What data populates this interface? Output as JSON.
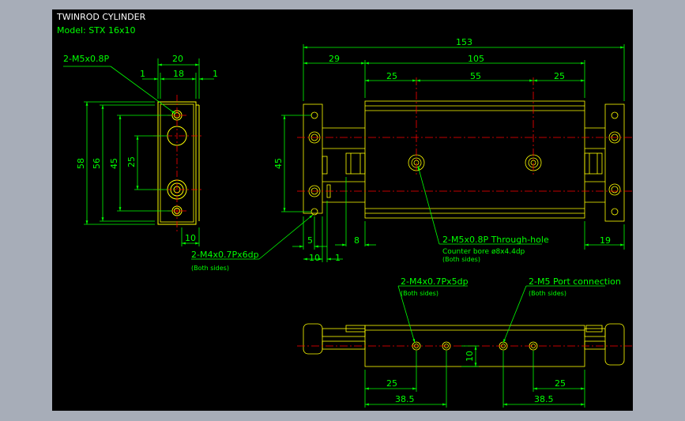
{
  "title": {
    "heading": "TWINROD CYLINDER",
    "model": "Model: STX 16x10"
  },
  "colors": {
    "background": "#a7adb8",
    "sheet": "#000000",
    "outline": "#ffff00",
    "dimension": "#00ff00",
    "centerline": "#ff0000",
    "text": "#ffffff"
  },
  "side_view": {
    "callout": "2-M5x0.8P",
    "dims": {
      "width": "20",
      "inner": "18",
      "left_gap": "1",
      "right_gap": "1",
      "h58": "58",
      "h56": "56",
      "h45": "45",
      "h25": "25",
      "bottom": "10"
    }
  },
  "front_view": {
    "dims": {
      "total": "153",
      "left": "29",
      "body": "105",
      "seg1": "25",
      "seg2": "55",
      "seg3": "25",
      "height": "45",
      "d5": "5",
      "d8": "8",
      "d10": "10",
      "d1": "1",
      "d19": "19"
    },
    "callout_thread": "2-M4x0.7Px6dp",
    "callout_thread_note": "(Both sides)",
    "callout_hole": "2-M5x0.8P Through-hole",
    "callout_bore": "Counter bore ø8x4.4dp",
    "callout_hole_note": "(Both sides)"
  },
  "bottom_view": {
    "callout_left": "2-M4x0.7Px5dp",
    "callout_left_note": "(Both sides)",
    "callout_right": "2-M5 Port connection",
    "callout_right_note": "(Both sides)",
    "dims": {
      "d25_left": "25",
      "d38_left": "38.5",
      "d10": "10",
      "d25_right": "25",
      "d38_right": "38.5"
    }
  }
}
